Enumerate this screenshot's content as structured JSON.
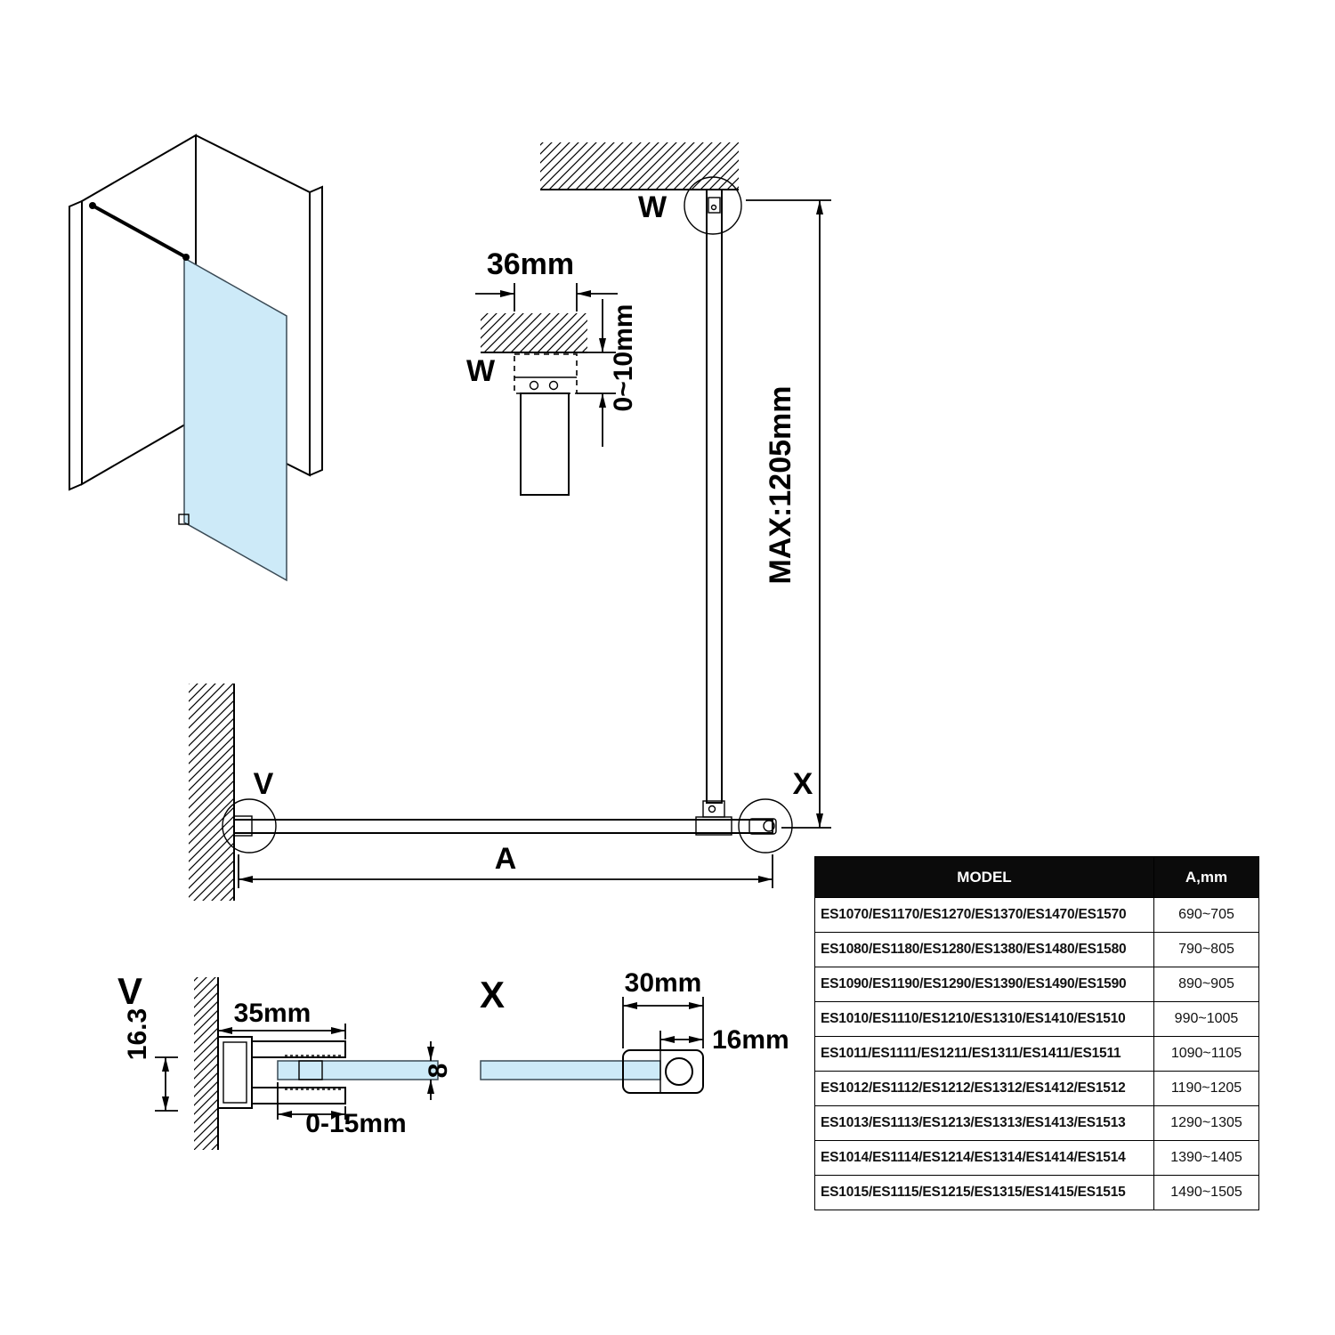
{
  "colors": {
    "glass": "#cdeaf8",
    "line": "#000000",
    "table_header_bg": "#0b0b0b",
    "table_header_text": "#ffffff"
  },
  "labels": {
    "w_detail": "W",
    "w_assembly": "W",
    "v_assembly": "V",
    "x_assembly": "X",
    "a_dim": "A",
    "v_detail": "V",
    "x_detail": "X"
  },
  "dimensions": {
    "bracket_width": "36mm",
    "ceiling_gap": "0~10mm",
    "max_bar_length": "MAX:1205mm",
    "profile_width": "35mm",
    "profile_height": "16.3",
    "adjustment_range": "0-15mm",
    "glass_thickness": "8",
    "holder_width": "30mm",
    "holder_depth": "16mm"
  },
  "table": {
    "headers": [
      "MODEL",
      "A,mm"
    ],
    "rows": [
      {
        "model": "ES1070/ES1170/ES1270/ES1370/ES1470/ES1570",
        "range": "690~705"
      },
      {
        "model": "ES1080/ES1180/ES1280/ES1380/ES1480/ES1580",
        "range": "790~805"
      },
      {
        "model": "ES1090/ES1190/ES1290/ES1390/ES1490/ES1590",
        "range": "890~905"
      },
      {
        "model": "ES1010/ES1110/ES1210/ES1310/ES1410/ES1510",
        "range": "990~1005"
      },
      {
        "model": "ES1011/ES1111/ES1211/ES1311/ES1411/ES1511",
        "range": "1090~1105"
      },
      {
        "model": "ES1012/ES1112/ES1212/ES1312/ES1412/ES1512",
        "range": "1190~1205"
      },
      {
        "model": "ES1013/ES1113/ES1213/ES1313/ES1413/ES1513",
        "range": "1290~1305"
      },
      {
        "model": "ES1014/ES1114/ES1214/ES1314/ES1414/ES1514",
        "range": "1390~1405"
      },
      {
        "model": "ES1015/ES1115/ES1215/ES1315/ES1415/ES1515",
        "range": "1490~1505"
      }
    ]
  }
}
